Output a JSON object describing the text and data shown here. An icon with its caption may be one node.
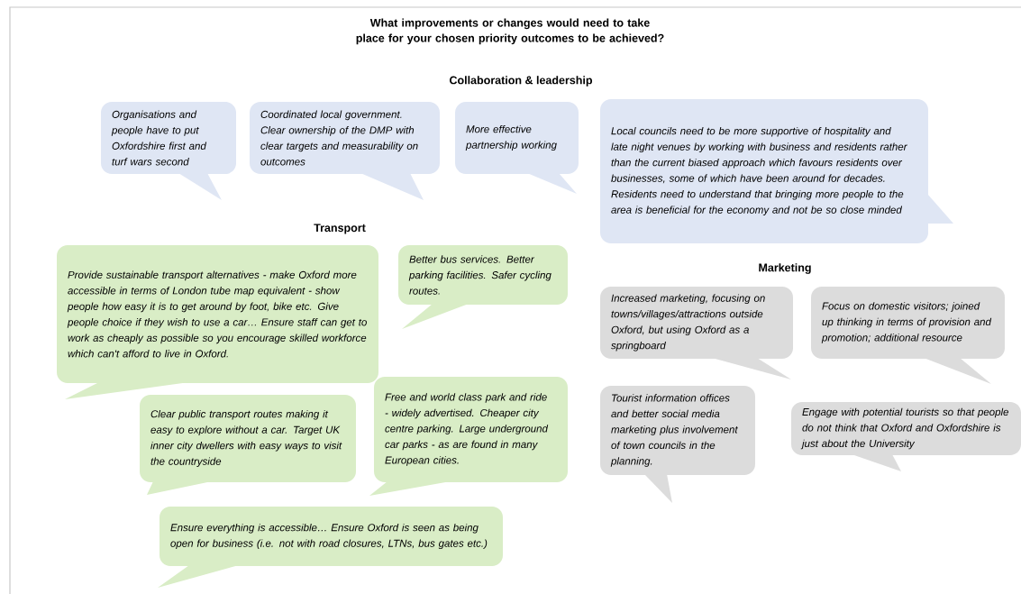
{
  "diagram": {
    "title": "What improvements or changes would need to take place for your chosen priority outcomes to be achieved?",
    "nodes": [
      {
        "text": [
          "Organisations and people have to put Oxfordshire first and turf wars second"
        ]
      },
      {
        "text": [
          "Coordinated local government. Clear ownership of the DMP with clear targets and measurability on outcomes"
        ]
      },
      {
        "text": [
          "More effective partnership working"
        ]
      },
      {
        "text": [
          "Local councils need to be more supportive of hospitality and late night venues by working with business and residents rather than the current biased approach which favours residents over businesses, some of which have been around for decades.  Residents need to understand that bringing more people to the area is beneficial for the economy and not be so close minded"
        ]
      },
      {
        "text": [
          "Provide sustainable transport alternatives - make Oxford more accessible in terms of London tube map equivalent - show people how easy it is to get around by foot, bike etc. Give people choice if they wish to use a car… Ensure staff can get to work as cheaply as possible so you encourage skilled workforce which can't afford to live in Oxford."
        ]
      },
      {
        "text": [
          "Better bus services. Better parking facilities. Safer cycling routes."
        ]
      },
      {
        "text": [
          "Clear public transport routes making it easy to explore without a car.  Target UK inner city dwellers with easy ways to visit the countryside"
        ]
      },
      {
        "text": [
          "Free and world class park and ride - widely advertised. Cheaper city centre parking. Large underground car parks - as are found in many European cities."
        ]
      },
      {
        "text": [
          "Ensure everything is accessible… Ensure Oxford is seen as being open for business (i.e. not with road closures, LTNs, bus gates etc.)"
        ]
      },
      {
        "text": [
          "Increased marketing, focusing on towns/villages/attractions outside Oxford, but using Oxford as a springboard"
        ]
      },
      {
        "text": [
          "Focus on domestic visitors; joined up thinking in terms of provision and promotion; additional resource"
        ]
      },
      {
        "text": [
          "Tourist information offices and better social media marketing plus involvement of town councils in the planning."
        ]
      },
      {
        "text": [
          "Engage with potential tourists so that people do not think that Oxford and Oxfordshire is just about the University"
        ]
      }
    ],
    "labels": [
      "Collaboration & leadership",
      "Transport",
      "Marketing"
    ]
  }
}
